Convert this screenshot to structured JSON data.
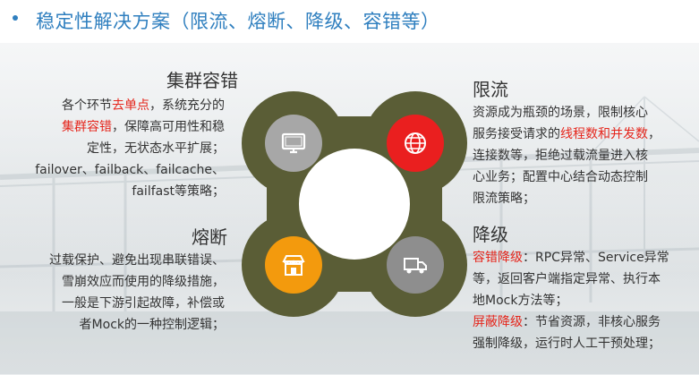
{
  "header": {
    "title": "稳定性解决方案（限流、熔断、降级、容错等）"
  },
  "sections": {
    "fault_tolerance": {
      "title": "集群容错",
      "line1_a": "各个环节",
      "line1_b": "去单点",
      "line1_c": "，系统充分的",
      "line2_a": "集群容错",
      "line2_b": "，保障高可用性和稳",
      "line3": "定性，无状态水平扩展；",
      "line4": "failover、failback、failcache、",
      "line5": "failfast等策略；"
    },
    "circuit_breaker": {
      "title": "熔断",
      "line1": "过载保护、避免出现串联错误、",
      "line2": "雪崩效应而使用的降级措施，",
      "line3": "一般是下游引起故障，补偿或",
      "line4": "者Mock的一种控制逻辑；"
    },
    "rate_limit": {
      "title": "限流",
      "line1": "资源成为瓶颈的场景，限制核心",
      "line2_a": "服务接受请求的",
      "line2_b": "线程数和并发数",
      "line2_c": "，",
      "line3": "连接数等，拒绝过载流量进入核",
      "line4": "心业务；配置中心结合动态控制",
      "line5": "限流策略；"
    },
    "degrade": {
      "title": "降级",
      "line1_a": "容错降级",
      "line1_b": "：RPC异常、Service异常",
      "line2": "等，返回客户端指定异常、执行本",
      "line3": "地Mock方法等；",
      "line4_a": "屏蔽降级",
      "line4_b": "：节省资源，非核心服务",
      "line5": "强制降级，运行时人工干预处理；"
    }
  },
  "diagram": {
    "colors": {
      "frame": "#5a5d36",
      "top_left": "#a7a7a7",
      "top_right": "#ea1f1f",
      "bottom_left": "#f39a0d",
      "bottom_right": "#8e8e8e"
    },
    "icons": [
      "monitor-icon",
      "globe-icon",
      "store-icon",
      "truck-icon"
    ]
  }
}
